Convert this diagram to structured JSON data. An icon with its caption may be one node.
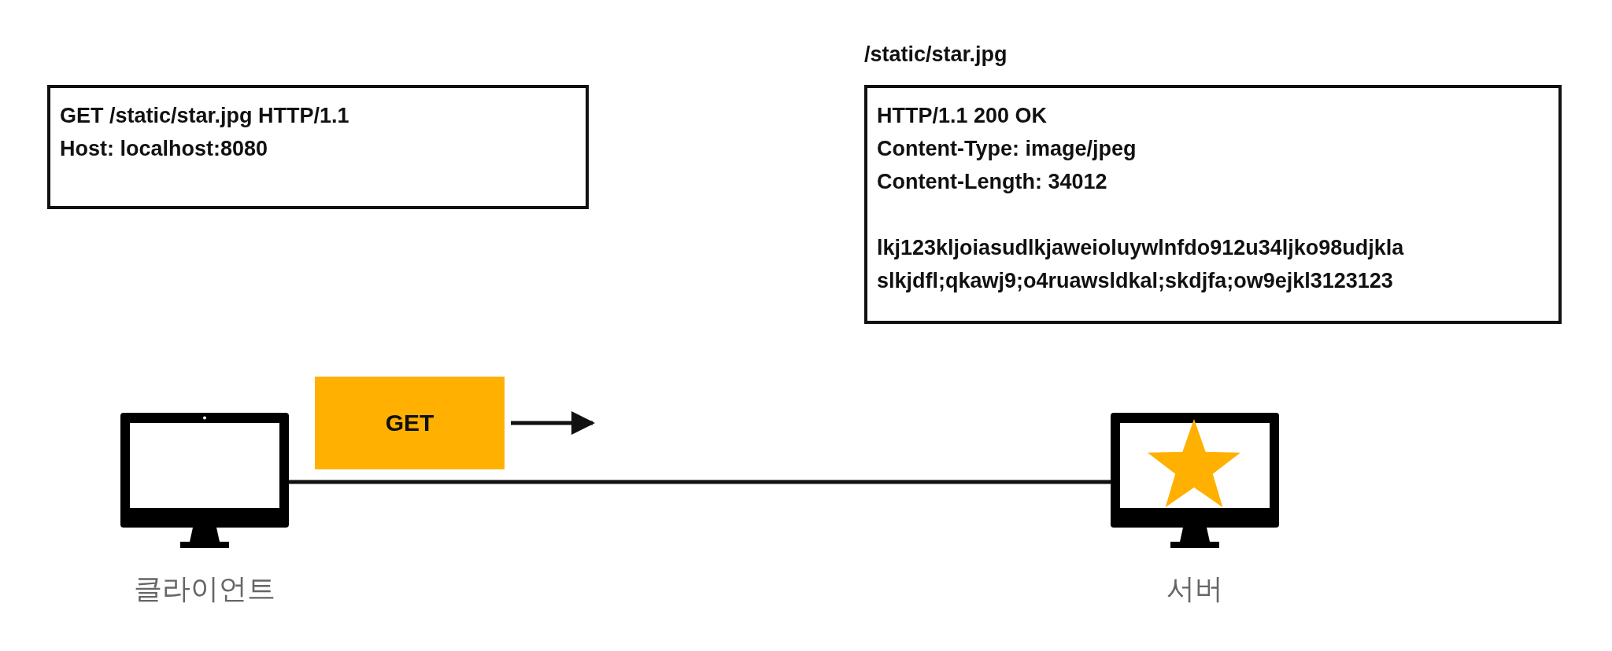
{
  "diagram": {
    "nodes": [
      {
        "text": [
          "GET /static/star.jpg HTTP/1.1",
          "Host: localhost:8080"
        ]
      },
      {
        "text": [
          "/static/star.jpg",
          "HTTP/1.1 200 OK",
          "Content-Type: image/jpeg",
          "Content-Length: 34012",
          "lkj123kljoiasudlkjaweioluywlnfdo912u34ljko98udjkla",
          "slkjdfl;qkawj9;o4ruawsldkal;skdjfa;ow9ejkl3123123"
        ]
      },
      {
        "text": [
          "클라이언트"
        ]
      },
      {
        "text": [
          "GET"
        ]
      },
      {
        "text": [
          "서버"
        ]
      }
    ],
    "edges": [
      {
        "from": 2,
        "to": 4,
        "arrow": "none"
      },
      {
        "from": 3,
        "to": null,
        "arrow": "to"
      }
    ]
  }
}
